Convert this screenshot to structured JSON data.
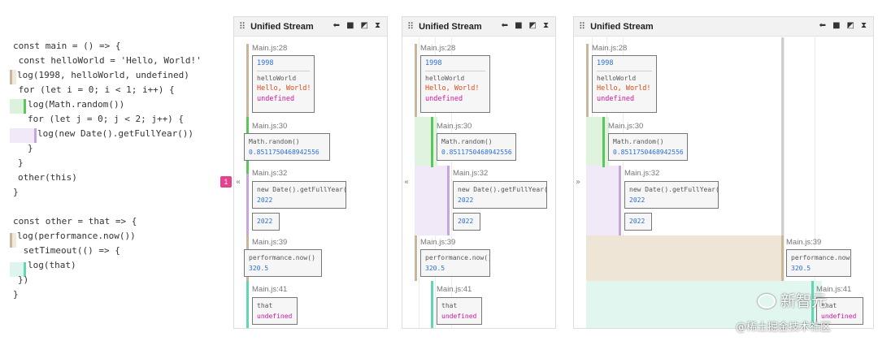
{
  "code": {
    "lines": [
      {
        "t": "const main = () => {"
      },
      {
        "t": " const helloWorld = 'Hello, World!'"
      },
      {
        "t": "log(1998, helloWorld, undefined)"
      },
      {
        "t": " for (let i = 0; i < 1; i++) {"
      },
      {
        "t": "log(Math.random())"
      },
      {
        "t": "for (let j = 0; j < 2; j++) {"
      },
      {
        "t": "log(new Date().getFullYear())"
      },
      {
        "t": "}"
      },
      {
        "t": "}"
      },
      {
        "t": "other(this)"
      },
      {
        "t": "}"
      },
      {
        "t": ""
      },
      {
        "t": "const other = that => {"
      },
      {
        "t": "log(performance.now())"
      },
      {
        "t": " setTimeout(() => {"
      },
      {
        "t": "log(that)"
      },
      {
        "t": "})"
      },
      {
        "t": "}"
      }
    ],
    "highlight_colors": {
      "tan": "#c9b79a",
      "green": "#5cc65c",
      "purple": "#c7a6e0",
      "mint": "#5fd6b4"
    }
  },
  "badge": "1",
  "panels": [
    {
      "title": "Unified Stream",
      "nav": "«",
      "groups": [
        {
          "loc": "Main.js:28",
          "values": [
            "1998",
            "helloWorld",
            "Hello, World!",
            "undefined"
          ]
        },
        {
          "loc": "Main.js:30",
          "values": [
            "Math.random()",
            "0.8511750468942556"
          ]
        },
        {
          "loc": "Main.js:32",
          "values": [
            "new Date().getFullYear()",
            "2022",
            "2022"
          ]
        },
        {
          "loc": "Main.js:39",
          "values": [
            "performance.now()",
            "320.5"
          ]
        },
        {
          "loc": "Main.js:41",
          "values": [
            "that",
            "undefined"
          ]
        }
      ]
    },
    {
      "title": "Unified Stream",
      "nav": "«",
      "groups": [
        {
          "loc": "Main.js:28",
          "values": [
            "1998",
            "helloWorld",
            "Hello, World!",
            "undefined"
          ]
        },
        {
          "loc": "Main.js:30",
          "values": [
            "Math.random()",
            "0.8511750468942556"
          ]
        },
        {
          "loc": "Main.js:32",
          "values": [
            "new Date().getFullYear()",
            "2022",
            "2022"
          ]
        },
        {
          "loc": "Main.js:39",
          "values": [
            "performance.now()",
            "320.5"
          ]
        },
        {
          "loc": "Main.js:41",
          "values": [
            "that",
            "undefined"
          ]
        }
      ]
    },
    {
      "title": "Unified Stream",
      "nav": "»",
      "groups": [
        {
          "loc": "Main.js:28",
          "values": [
            "1998",
            "helloWorld",
            "Hello, World!",
            "undefined"
          ]
        },
        {
          "loc": "Main.js:30",
          "values": [
            "Math.random()",
            "0.8511750468942556"
          ]
        },
        {
          "loc": "Main.js:32",
          "values": [
            "new Date().getFullYear()",
            "2022",
            "2022"
          ]
        },
        {
          "loc": "Main.js:39",
          "values": [
            "performance.now()",
            "320.5"
          ]
        },
        {
          "loc": "Main.js:41",
          "values": [
            "that",
            "undefined"
          ]
        }
      ]
    }
  ],
  "toolbar_icons": [
    "arrow-left-icon",
    "stop-icon",
    "expand-icon",
    "collapse-icon"
  ],
  "watermark": {
    "name": "新智元",
    "site": "@稀土掘金技术社区"
  }
}
